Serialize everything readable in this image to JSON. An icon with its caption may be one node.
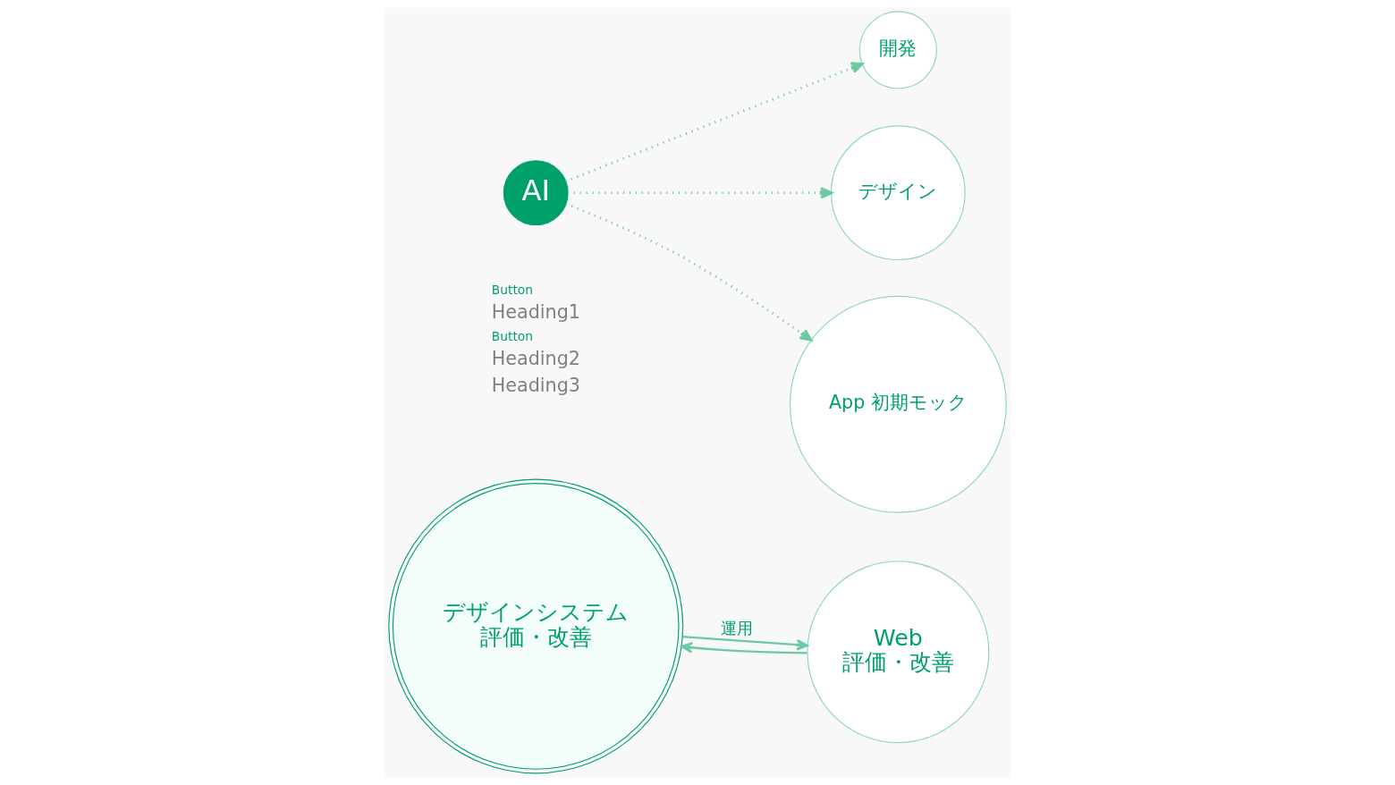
{
  "diagram": {
    "nodes": [
      {
        "text": [
          "デザインシステム",
          "評価・改善"
        ]
      },
      {
        "text": [
          "AI"
        ]
      },
      {
        "text": [
          "Web",
          "評価・改善"
        ]
      },
      {
        "text": [
          "開発"
        ]
      },
      {
        "text": [
          "デザイン"
        ]
      },
      {
        "text": [
          "App 初期モック"
        ]
      }
    ],
    "edges": [
      {
        "from": 0,
        "to": 2,
        "arrow": "to",
        "label": "運用"
      },
      {
        "from": 2,
        "to": 0,
        "arrow": "to"
      },
      {
        "from": 1,
        "to": 3,
        "arrow": "to",
        "style": "dashed"
      },
      {
        "from": 1,
        "to": 4,
        "arrow": "to",
        "style": "dashed"
      },
      {
        "from": 1,
        "to": 5,
        "arrow": "to",
        "style": "dashed"
      }
    ],
    "labels": [
      "Button",
      "Heading1",
      "Button",
      "Heading2",
      "Heading3"
    ]
  }
}
